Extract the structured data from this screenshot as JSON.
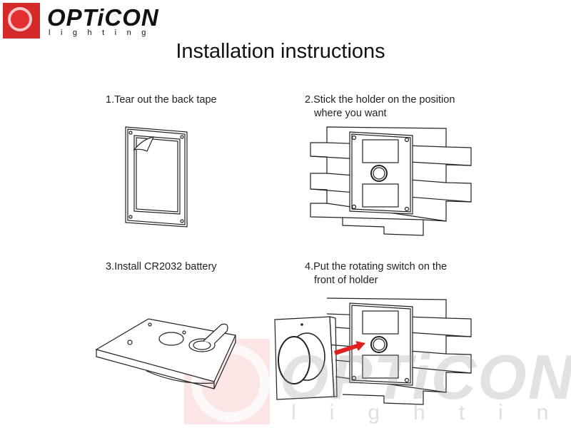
{
  "logo": {
    "name": "OPTiCON",
    "sub": "lighting"
  },
  "title": "Installation instructions",
  "steps": [
    {
      "line1": "1.Tear out the back tape",
      "line2": ""
    },
    {
      "line1": "2.Stick the holder on the position",
      "line2": "where you want"
    },
    {
      "line1": "3.Install CR2032 battery",
      "line2": ""
    },
    {
      "line1": "4.Put the rotating switch on the",
      "line2": "front of holder"
    }
  ],
  "watermark": {
    "name": "OPTiCON",
    "sub": "lighting"
  },
  "colors": {
    "brand_red": "#d62a2a",
    "arrow_red": "#e02020"
  }
}
